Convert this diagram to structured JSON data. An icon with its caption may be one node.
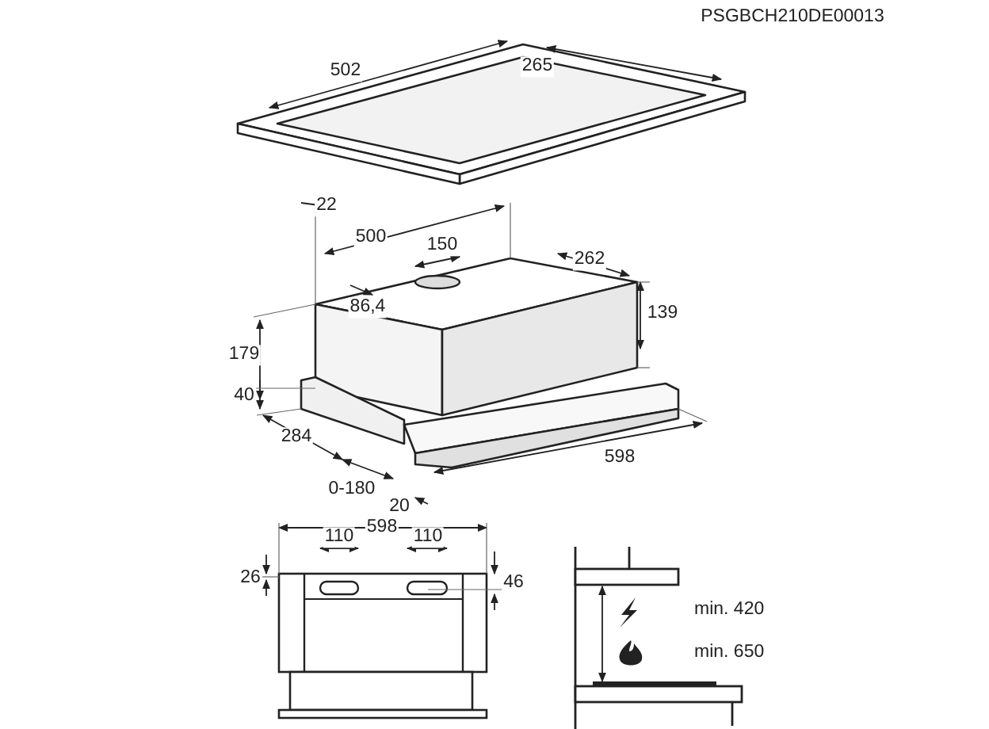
{
  "diagram": {
    "labels": [
      "PSGBCH210DE00013",
      "502",
      "265",
      "22",
      "500",
      "150",
      "262",
      "86,4",
      "139",
      "179",
      "40",
      "284",
      "598",
      "0-180",
      "20",
      "598",
      "110",
      "110",
      "26",
      "46",
      "min. 420",
      "min. 650"
    ]
  }
}
